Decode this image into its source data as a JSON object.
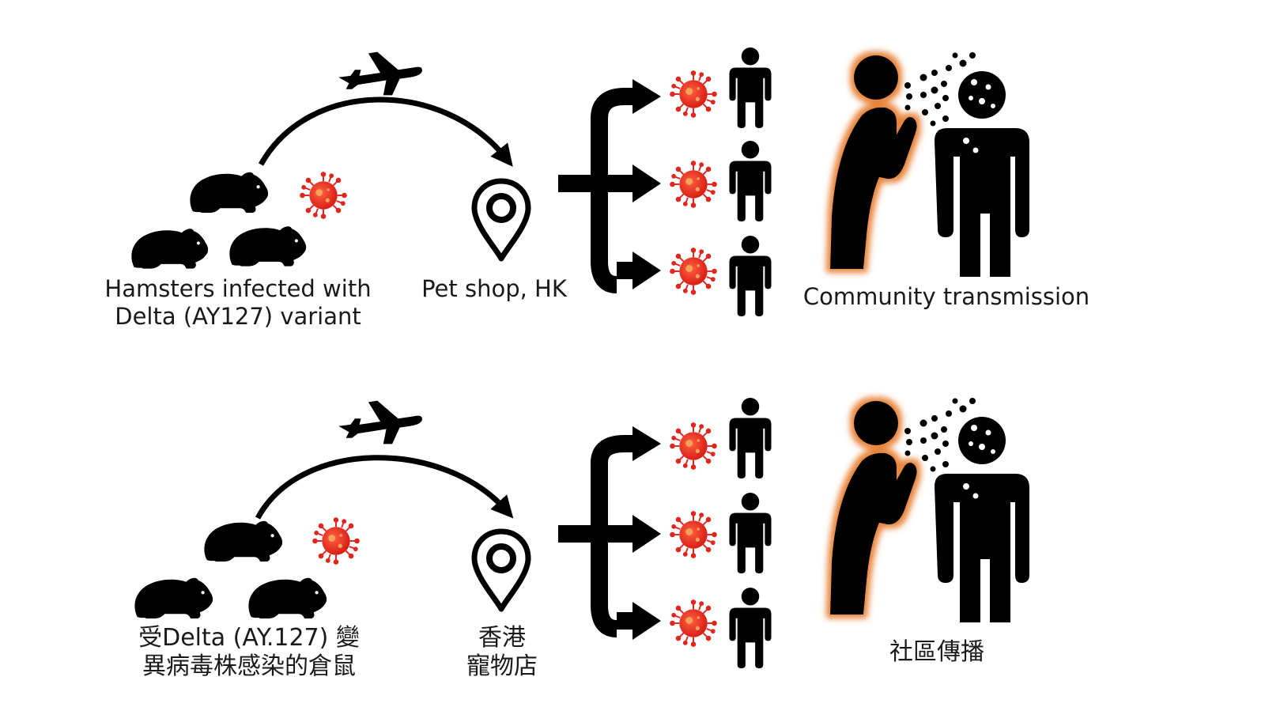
{
  "colors": {
    "ink": "#000000",
    "virus": "#e0261e",
    "virus_highlight": "#f5a25a",
    "glow": "#e8843a",
    "text": "#1a1a1a"
  },
  "icons": [
    "hamster-icon",
    "airplane-icon",
    "virus-icon",
    "location-pin-icon",
    "arrow-icon",
    "person-icon",
    "coughing-person-icon"
  ],
  "panels": [
    {
      "hamsters_label": [
        "Hamsters infected with",
        "Delta (AY127)  variant"
      ],
      "petshop_label": [
        "Pet shop, HK"
      ],
      "community_label": [
        "Community transmission"
      ]
    },
    {
      "hamsters_label": [
        "受Delta (AY.127) 變",
        "異病毒株感染的倉鼠"
      ],
      "petshop_label": [
        "香港",
        "寵物店"
      ],
      "community_label": [
        "社區傳播"
      ]
    }
  ]
}
